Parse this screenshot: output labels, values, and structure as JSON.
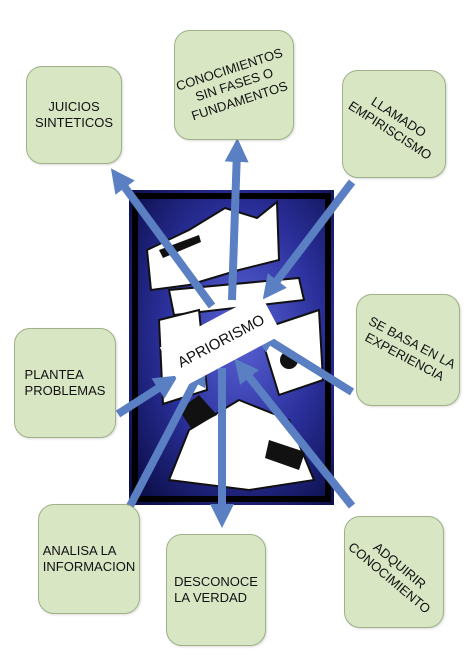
{
  "diagram": {
    "center": "APRIORISMO",
    "nodes": {
      "juicios": "JUICIOS\nSINTETICOS",
      "conocimientos": "CONOCIMIENTOS\nSIN FASES O\nFUNDAMENTOS",
      "empiriscismo": "LLAMADO\nEMPIRISCISMO",
      "experiencia": "SE BASA EN LA\nEXPERIENCIA",
      "plantea": "PLANTEA\nPROBLEMAS",
      "analisa": "ANALISA LA\nINFORMACION",
      "desconoce": "DESCONOCE\nLA VERDAD",
      "adquirir": "ADQUIRIR\nCONOCIMIENTO"
    }
  },
  "colors": {
    "node_fill": "#d8e6c4",
    "node_border": "#9fb187",
    "arrow": "#5b7fc3",
    "center_bg": "#1e2380"
  }
}
